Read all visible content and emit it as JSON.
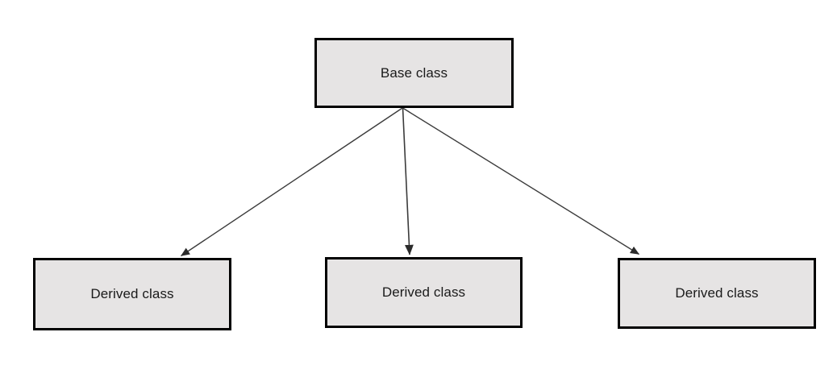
{
  "diagram": {
    "type": "class-inheritance-diagram",
    "background_color": "#ffffff",
    "box_fill_color": "#e6e4e4",
    "box_border_color": "#000000",
    "connector_color": "#3b3b3b",
    "text_color": "#1a1a1a",
    "base": {
      "label": "Base class"
    },
    "derived": [
      {
        "label": "Derived class"
      },
      {
        "label": "Derived class"
      },
      {
        "label": "Derived class"
      }
    ],
    "connectors": [
      {
        "name": "base-to-derived-1",
        "from": "Base class",
        "to": "Derived class",
        "arrow": "arrowhead-down-left"
      },
      {
        "name": "base-to-derived-2",
        "from": "Base class",
        "to": "Derived class",
        "arrow": "arrowhead-down"
      },
      {
        "name": "base-to-derived-3",
        "from": "Base class",
        "to": "Derived class",
        "arrow": "arrowhead-down-right"
      }
    ]
  }
}
